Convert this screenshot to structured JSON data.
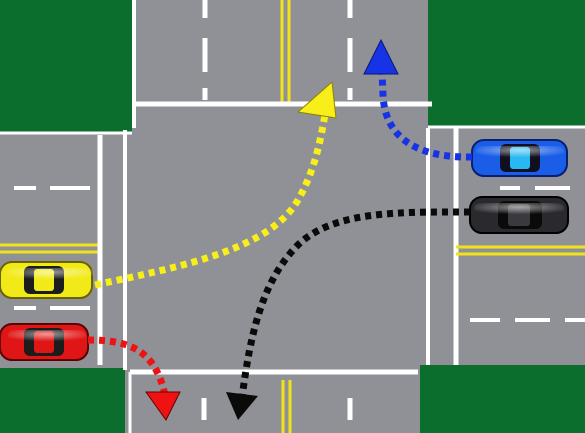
{
  "scene": {
    "colors": {
      "grass": "#0c6e2c",
      "road": "#8f9196",
      "intersection": "#8a8c91",
      "lane_white": "#ffffff",
      "center_yellow": "#f2e21a"
    },
    "cars": [
      {
        "id": "yellow",
        "color": "#f2ea18",
        "facing": "east"
      },
      {
        "id": "red",
        "color": "#e01616",
        "facing": "east"
      },
      {
        "id": "blue",
        "color": "#1a5ee8",
        "facing": "west"
      },
      {
        "id": "black",
        "color": "#2a2a2e",
        "facing": "west"
      }
    ],
    "paths": [
      {
        "car": "yellow",
        "maneuver": "left-turn",
        "color": "#f7ee1a",
        "exit": "north"
      },
      {
        "car": "red",
        "maneuver": "right-turn",
        "color": "#ee1212",
        "exit": "south"
      },
      {
        "car": "blue",
        "maneuver": "right-turn",
        "color": "#1634e6",
        "exit": "north"
      },
      {
        "car": "black",
        "maneuver": "left-turn",
        "color": "#0a0a0a",
        "exit": "south"
      }
    ]
  }
}
